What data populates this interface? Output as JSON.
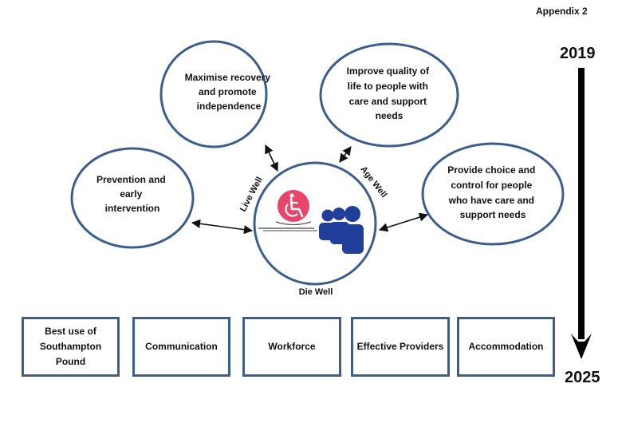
{
  "appendix": "Appendix 2",
  "timeline": {
    "start": "2019",
    "end": "2025"
  },
  "center": {
    "top_left_label": "Live Well",
    "top_right_label": "Age Well",
    "bottom_label": "Die Well",
    "icons": [
      "wheelchair-icon",
      "people-group-icon"
    ]
  },
  "outcomes": {
    "top_left": [
      "Maximise recovery",
      "and promote",
      "independence"
    ],
    "top_right": [
      "Improve quality of",
      "life to people with",
      "care and support",
      "needs"
    ],
    "left": [
      "Prevention and",
      "early",
      "intervention"
    ],
    "right": [
      "Provide choice and",
      "control for people",
      "who have care and",
      "support needs"
    ]
  },
  "enablers": [
    {
      "label": "Best use of Southampton Pound"
    },
    {
      "label": "Communication"
    },
    {
      "label": "Workforce"
    },
    {
      "label": "Effective Providers"
    },
    {
      "label": "Accommodation"
    }
  ],
  "colors": {
    "outline": "#3b5f8c",
    "people": "#1f3f9a",
    "wheelchair": "#e8456b"
  }
}
